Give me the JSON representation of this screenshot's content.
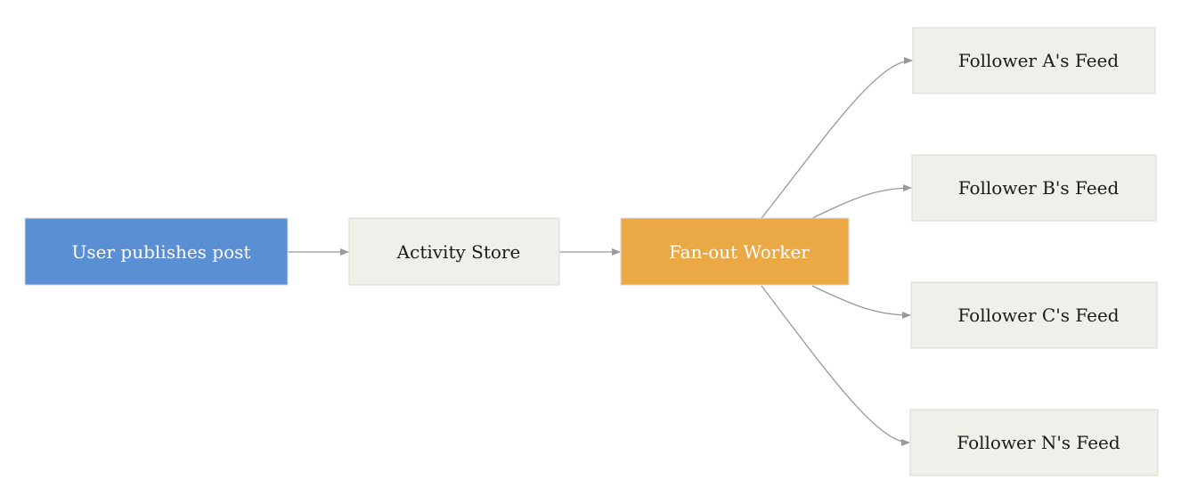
{
  "nodes": [
    {
      "id": "user-publishes-post",
      "label": "User publishes post",
      "fill": "#5b8fd4",
      "text_color": "#ffffff"
    },
    {
      "id": "activity-store",
      "label": "Activity Store",
      "fill": "#f0f0eb",
      "text_color": "#1a1a1a"
    },
    {
      "id": "fan-out-worker",
      "label": "Fan-out Worker",
      "fill": "#eaa944",
      "text_color": "#ffffff"
    },
    {
      "id": "follower-a-feed",
      "label": "Follower A's Feed",
      "fill": "#f0f0eb",
      "text_color": "#1a1a1a"
    },
    {
      "id": "follower-b-feed",
      "label": "Follower B's Feed",
      "fill": "#f0f0eb",
      "text_color": "#1a1a1a"
    },
    {
      "id": "follower-c-feed",
      "label": "Follower C's Feed",
      "fill": "#f0f0eb",
      "text_color": "#1a1a1a"
    },
    {
      "id": "follower-n-feed",
      "label": "Follower N's Feed",
      "fill": "#f0f0eb",
      "text_color": "#1a1a1a"
    }
  ],
  "edges": [
    {
      "from": "user-publishes-post",
      "to": "activity-store"
    },
    {
      "from": "activity-store",
      "to": "fan-out-worker"
    },
    {
      "from": "fan-out-worker",
      "to": "follower-a-feed"
    },
    {
      "from": "fan-out-worker",
      "to": "follower-b-feed"
    },
    {
      "from": "fan-out-worker",
      "to": "follower-c-feed"
    },
    {
      "from": "fan-out-worker",
      "to": "follower-n-feed"
    }
  ],
  "colors": {
    "edge": "#999999",
    "node_border": "#d8d8d2"
  }
}
